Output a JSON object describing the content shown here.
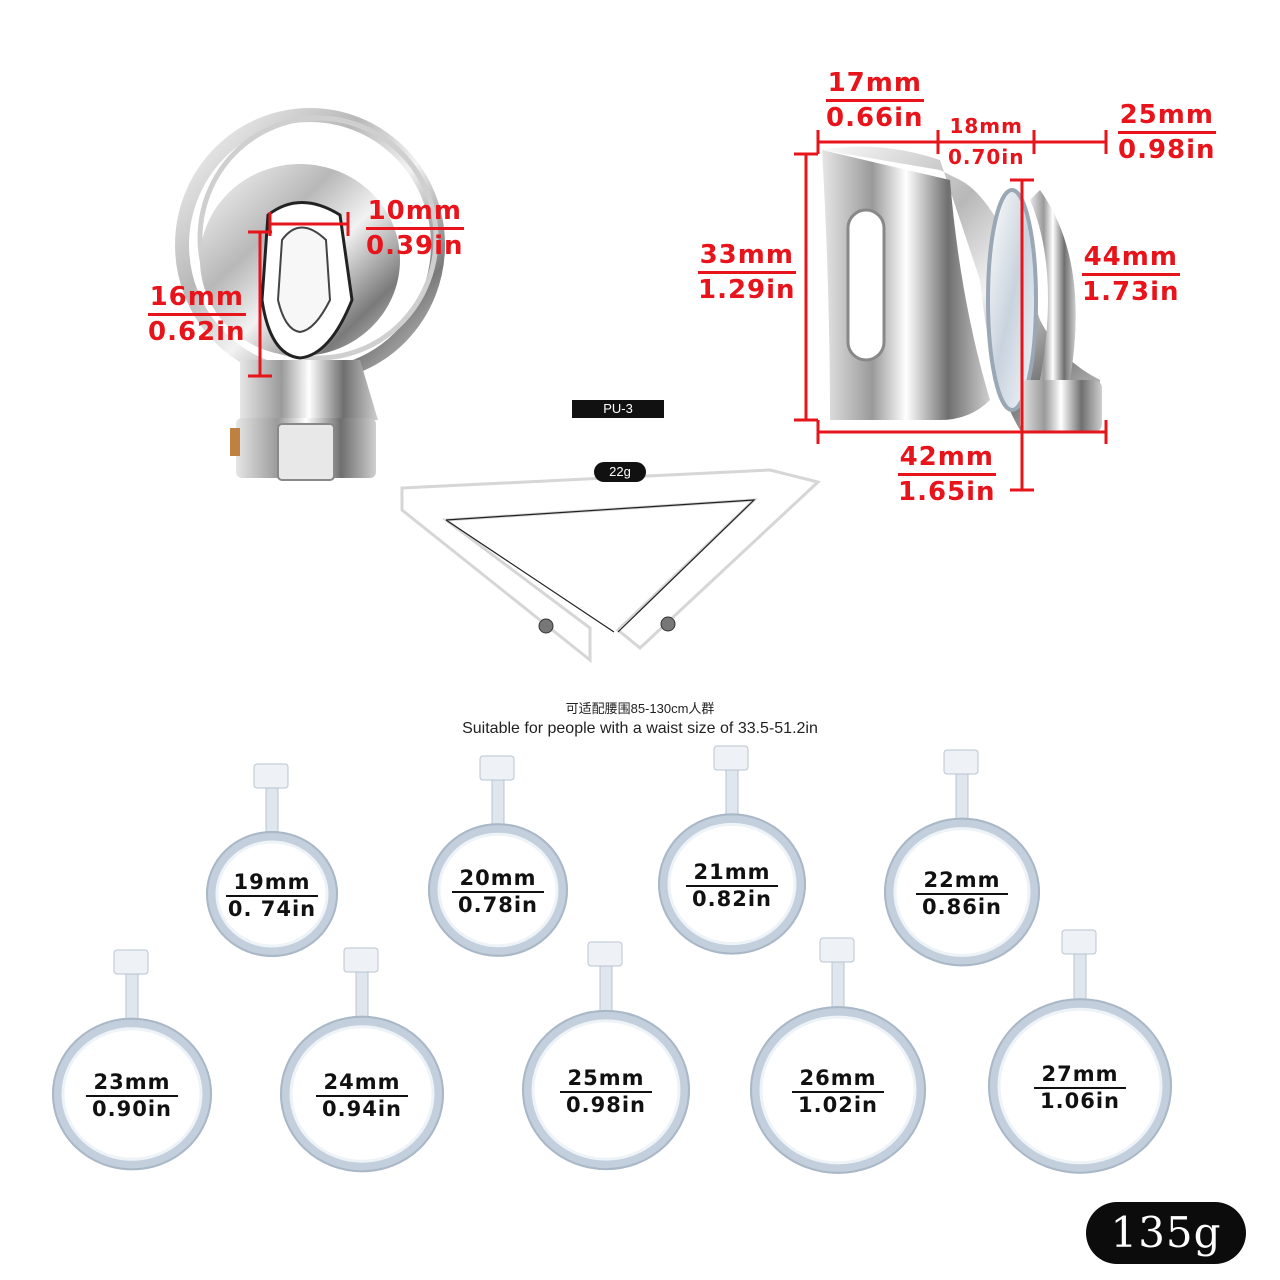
{
  "front_view": {
    "dim_top": {
      "mm": "10mm",
      "inch": "0.39in"
    },
    "dim_side": {
      "mm": "16mm",
      "inch": "0.62in"
    }
  },
  "side_view": {
    "dim_a": {
      "mm": "17mm",
      "inch": "0.66in"
    },
    "dim_b": {
      "mm": "18mm",
      "inch": "0.70in"
    },
    "dim_c": {
      "mm": "25mm",
      "inch": "0.98in"
    },
    "dim_d": {
      "mm": "33mm",
      "inch": "1.29in"
    },
    "dim_e": {
      "mm": "44mm",
      "inch": "1.73in"
    },
    "dim_f": {
      "mm": "42mm",
      "inch": "1.65in"
    }
  },
  "belt": {
    "model": "PU-3",
    "weight": "22g",
    "caption_cn": "可适配腰围85-130cm人群",
    "caption_en": "Suitable for people with a waist size of 33.5-51.2in"
  },
  "rings": [
    {
      "mm": "19mm",
      "inch": "0. 74in"
    },
    {
      "mm": "20mm",
      "inch": "0.78in"
    },
    {
      "mm": "21mm",
      "inch": "0.82in"
    },
    {
      "mm": "22mm",
      "inch": "0.86in"
    },
    {
      "mm": "23mm",
      "inch": "0.90in"
    },
    {
      "mm": "24mm",
      "inch": "0.94in"
    },
    {
      "mm": "25mm",
      "inch": "0.98in"
    },
    {
      "mm": "26mm",
      "inch": "1.02in"
    },
    {
      "mm": "27mm",
      "inch": "1.06in"
    }
  ],
  "total_weight": "135g",
  "colors": {
    "dimension_red": "#e8141b",
    "badge": "#0c0c0c",
    "ring_clear": "#cfd9e6"
  }
}
